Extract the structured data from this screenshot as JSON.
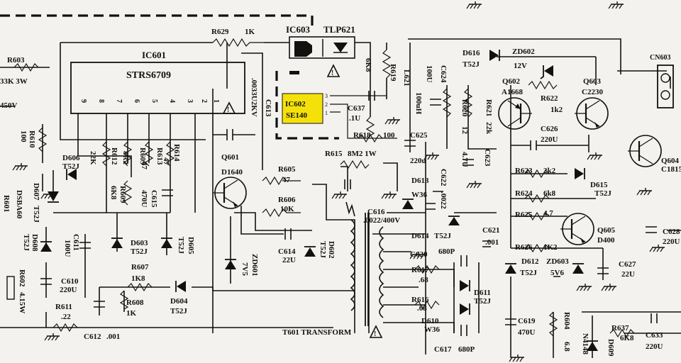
{
  "colors": {
    "paper": "#f4f2ee",
    "ink": "#111111",
    "highlight": "#f5e10a"
  },
  "ics": {
    "ic601": {
      "name": "IC601",
      "part": "STRS6709",
      "pins": [
        "9",
        "8",
        "7",
        "6",
        "5",
        "4",
        "3",
        "2",
        "1"
      ]
    },
    "ic603": {
      "name": "IC603",
      "part": "TLP621"
    },
    "ic602": {
      "name": "IC602",
      "part": "SE140",
      "pins": [
        "3",
        "2",
        "1"
      ]
    }
  },
  "transformer": {
    "name": "T601 TRANSFORM"
  },
  "connectors": [
    {
      "name": "CN603"
    }
  ],
  "icons": [
    "warning-triangle-icon",
    "npn-transistor-icon",
    "diode-icon",
    "zener-diode-icon",
    "optocoupler-icon",
    "capacitor-icon",
    "resistor-icon",
    "ground-icon"
  ],
  "labels": [
    {
      "id": "r629",
      "text": "R629"
    },
    {
      "id": "r629v",
      "text": "1K"
    },
    {
      "id": "r603",
      "text": "R603"
    },
    {
      "id": "r603v",
      "text": "33K  3W"
    },
    {
      "id": "v450",
      "text": "450V"
    },
    {
      "id": "c613",
      "text": "C613"
    },
    {
      "id": "c613v",
      "text": ".0033U2KV"
    },
    {
      "id": "r619",
      "text": "R619"
    },
    {
      "id": "r619v",
      "text": "6K8"
    },
    {
      "id": "d616",
      "text": "D616"
    },
    {
      "id": "d616v",
      "text": "T52J"
    },
    {
      "id": "zd602",
      "text": "ZD602"
    },
    {
      "id": "zd602v",
      "text": "12V"
    },
    {
      "id": "q602",
      "text": "Q602"
    },
    {
      "id": "q602v",
      "text": "A1668"
    },
    {
      "id": "r622",
      "text": "R622"
    },
    {
      "id": "r622v",
      "text": "1k2"
    },
    {
      "id": "q603",
      "text": "Q603"
    },
    {
      "id": "q603v",
      "text": "C2230"
    },
    {
      "id": "r621",
      "text": "R621"
    },
    {
      "id": "r621v",
      "text": "22k"
    },
    {
      "id": "r620",
      "text": "R620"
    },
    {
      "id": "r620v",
      "text": "12"
    },
    {
      "id": "c624",
      "text": "C624"
    },
    {
      "id": "l621",
      "text": "L621"
    },
    {
      "id": "l621v",
      "text": "100uH"
    },
    {
      "id": "c624v",
      "text": "100U"
    },
    {
      "id": "c637",
      "text": "C637"
    },
    {
      "id": "c637v",
      "text": ".1U"
    },
    {
      "id": "r618",
      "text": "R618"
    },
    {
      "id": "r618v",
      "text": "100"
    },
    {
      "id": "c625",
      "text": "C625"
    },
    {
      "id": "c625v",
      "text": "220u"
    },
    {
      "id": "c626",
      "text": "C626"
    },
    {
      "id": "c626v",
      "text": "220U"
    },
    {
      "id": "c623",
      "text": "C623"
    },
    {
      "id": "c623v",
      "text": "4.7U"
    },
    {
      "id": "r610",
      "text": "R610"
    },
    {
      "id": "r610v",
      "text": "100"
    },
    {
      "id": "d606",
      "text": "D606"
    },
    {
      "id": "d606v",
      "text": "T52J"
    },
    {
      "id": "r612",
      "text": "R612"
    },
    {
      "id": "r612v",
      "text": "22K"
    },
    {
      "id": "r609",
      "text": "R609"
    },
    {
      "id": "r609v",
      "text": "8R2"
    },
    {
      "id": "r613",
      "text": "R613"
    },
    {
      "id": "r613v",
      "text": "47"
    },
    {
      "id": "r614",
      "text": "R614"
    },
    {
      "id": "r614v",
      "text": "47"
    },
    {
      "id": "q601",
      "text": "Q601"
    },
    {
      "id": "q601v",
      "text": "D1640"
    },
    {
      "id": "r615",
      "text": "R615"
    },
    {
      "id": "r615v",
      "text": "8M2 1W"
    },
    {
      "id": "r605",
      "text": "R605"
    },
    {
      "id": "r605v",
      "text": "47"
    },
    {
      "id": "r606",
      "text": "R606"
    },
    {
      "id": "r606v",
      "text": "10K"
    },
    {
      "id": "d613",
      "text": "D613"
    },
    {
      "id": "w36a",
      "text": "W36"
    },
    {
      "id": "c622",
      "text": "C622"
    },
    {
      "id": "c622v",
      "text": ".0022"
    },
    {
      "id": "r623",
      "text": "R623"
    },
    {
      "id": "r623v",
      "text": "2k2"
    },
    {
      "id": "d615",
      "text": "D615"
    },
    {
      "id": "d615v",
      "text": "T52J"
    },
    {
      "id": "r624",
      "text": "R624"
    },
    {
      "id": "r624v",
      "text": "6k8"
    },
    {
      "id": "q604",
      "text": "Q604"
    },
    {
      "id": "q604v",
      "text": "C1815"
    },
    {
      "id": "d607",
      "text": "D607"
    },
    {
      "id": "d607v",
      "text": "T52J"
    },
    {
      "id": "r601",
      "text": "R601"
    },
    {
      "id": "ds",
      "text": "DSBA60"
    },
    {
      "id": "r609b",
      "text": "R609"
    },
    {
      "id": "r609bv",
      "text": "6K8"
    },
    {
      "id": "c615",
      "text": "C615"
    },
    {
      "id": "c615v",
      "text": "470U"
    },
    {
      "id": "c616",
      "text": "C616"
    },
    {
      "id": "c616v",
      "text": ".0022/400V"
    },
    {
      "id": "d614",
      "text": "D614"
    },
    {
      "id": "d614v",
      "text": "T52J"
    },
    {
      "id": "r625",
      "text": "R625"
    },
    {
      "id": "r625v",
      "text": "4.7"
    },
    {
      "id": "q605",
      "text": "Q605"
    },
    {
      "id": "q605v",
      "text": "D400"
    },
    {
      "id": "c628",
      "text": "C628"
    },
    {
      "id": "c628v",
      "text": "220U"
    },
    {
      "id": "d608",
      "text": "D608"
    },
    {
      "id": "d608v",
      "text": "T52J"
    },
    {
      "id": "c611",
      "text": "C611"
    },
    {
      "id": "c611v",
      "text": "100U"
    },
    {
      "id": "d603",
      "text": "D603"
    },
    {
      "id": "d603v",
      "text": "T52J"
    },
    {
      "id": "d605",
      "text": "D605"
    },
    {
      "id": "d605v",
      "text": "T52J"
    },
    {
      "id": "c614",
      "text": "C614"
    },
    {
      "id": "c614v",
      "text": "22U"
    },
    {
      "id": "zd601",
      "text": "ZD601"
    },
    {
      "id": "zd601v",
      "text": "7V5"
    },
    {
      "id": "d602",
      "text": "D602"
    },
    {
      "id": "d602v",
      "text": "T52J"
    },
    {
      "id": "c621",
      "text": "C621"
    },
    {
      "id": "c621v",
      "text": ".001"
    },
    {
      "id": "c620",
      "text": "C620"
    },
    {
      "id": "c620v",
      "text": "680P"
    },
    {
      "id": "r626",
      "text": "R626"
    },
    {
      "id": "r626v",
      "text": "1K2"
    },
    {
      "id": "r607",
      "text": "R607"
    },
    {
      "id": "r607v",
      "text": "1K8"
    },
    {
      "id": "r617",
      "text": "R617"
    },
    {
      "id": "r617v",
      "text": ".68"
    },
    {
      "id": "d612",
      "text": "D612"
    },
    {
      "id": "d612v",
      "text": "T52J"
    },
    {
      "id": "zd603",
      "text": "ZD603"
    },
    {
      "id": "zd603v",
      "text": "5V6"
    },
    {
      "id": "c627",
      "text": "C627"
    },
    {
      "id": "c627v",
      "text": "22U"
    },
    {
      "id": "c610",
      "text": "C610"
    },
    {
      "id": "c610v",
      "text": "220U"
    },
    {
      "id": "r602",
      "text": "R602"
    },
    {
      "id": "r602v",
      "text": "4.15W"
    },
    {
      "id": "d611",
      "text": "D611"
    },
    {
      "id": "d611v",
      "text": "T52J"
    },
    {
      "id": "r608",
      "text": "R608"
    },
    {
      "id": "r608v",
      "text": "1K"
    },
    {
      "id": "d604",
      "text": "D604"
    },
    {
      "id": "d604v",
      "text": "T52J"
    },
    {
      "id": "r616",
      "text": "R616"
    },
    {
      "id": "r616v",
      "text": ".68"
    },
    {
      "id": "r611",
      "text": "R611"
    },
    {
      "id": "r611v",
      "text": ".22"
    },
    {
      "id": "d610",
      "text": "D610"
    },
    {
      "id": "d610v",
      "text": "W36"
    },
    {
      "id": "c619",
      "text": "C619"
    },
    {
      "id": "c619v",
      "text": "470U"
    },
    {
      "id": "r604",
      "text": "R604"
    },
    {
      "id": "r604v",
      "text": "6.8"
    },
    {
      "id": "r637",
      "text": "R637"
    },
    {
      "id": "r637v",
      "text": "6K8"
    },
    {
      "id": "c633",
      "text": "C633"
    },
    {
      "id": "c633v",
      "text": "220U"
    },
    {
      "id": "c612",
      "text": "C612"
    },
    {
      "id": "c612v",
      "text": ".001"
    },
    {
      "id": "c617",
      "text": "C617"
    },
    {
      "id": "c617v",
      "text": "680P"
    },
    {
      "id": "d609",
      "text": "D609"
    },
    {
      "id": "n4148",
      "text": "N4148"
    }
  ]
}
